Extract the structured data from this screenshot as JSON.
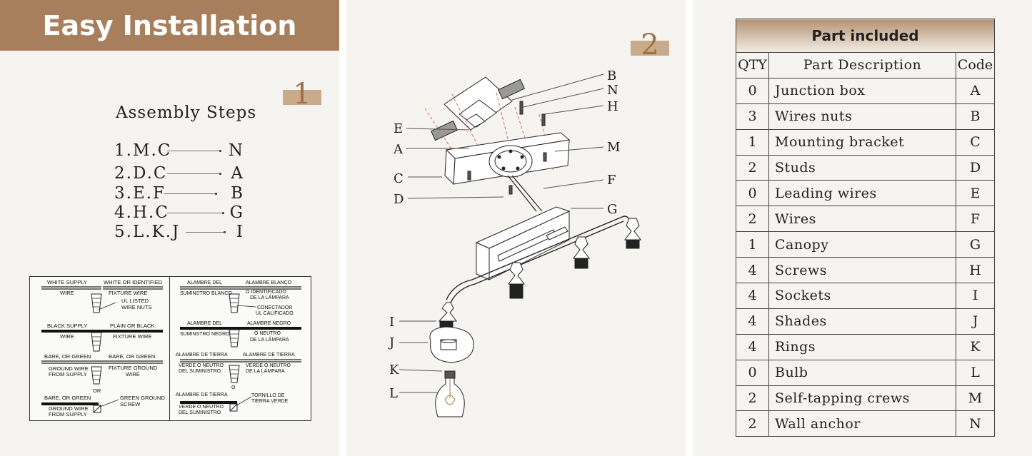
{
  "banner_title": "Easy Installation",
  "step1_number": "1",
  "step2_number": "2",
  "assembly": {
    "title": "Assembly Steps",
    "steps": [
      {
        "left": "1.M.C",
        "right": "N"
      },
      {
        "left": "2.D.C",
        "right": "A"
      },
      {
        "left": "3.E.F",
        "right": "B"
      },
      {
        "left": "4.H.C",
        "right": "G"
      },
      {
        "left": "5.L.K.J",
        "right": "I"
      }
    ]
  },
  "wiring_en": {
    "white_supply": "WHITE SUPPLY",
    "white_or_identified": "WHITE OR IDENTIFIED",
    "wire_1": "WIRE",
    "fixture_wire_1": "FIXTURE WIRE",
    "ul_listed": "UL LISTED",
    "wire_nuts": "WIRE NUTS",
    "black_supply": "BLACK SUPPLY",
    "plain_or_black": "PLAIN OR BLACK",
    "wire_2": "WIRE",
    "fixture_wire_2": "FIXTURE WIRE",
    "bare_or_green_1": "BARE, OR GREEN",
    "bare_or_green_2": "BARE, OR GREEN",
    "ground_wire": "GROUND WIRE",
    "from_supply_1": "FROM SUPPLY",
    "fixture_ground": "FIXTURE GROUND",
    "wire_3": "WIRE",
    "or": "OR",
    "bare_or_green_3": "BARE, OR GREEN",
    "green_ground": "GREEN GROUND",
    "screw": "SCREW",
    "ground_wire_2": "GROUND WIRE",
    "from_supply_2": "FROM SUPPLY"
  },
  "wiring_es": {
    "alambre_del_1": "ALAMBRE DEL",
    "alambre_blanco": "ALAMBRE BLANCO",
    "suministro_blanco": "SUMINSTRO BLANCO",
    "o_identificado": "O IDENTIFICADO",
    "de_la_lampara_1": "DE LA LÁMPARA",
    "conectador": "CONECTADOR",
    "ul_calificado": "UL CALIFICADO",
    "alambre_del_2": "ALAMBRE DEL",
    "alambre_negro": "ALAMBRE NEGRO",
    "suministro_negro": "SUMINSTRO NEGRO",
    "o_neutro_1": "O NEUTRO",
    "de_la_lampara_2": "DE LA LÁMPARA",
    "alambre_tierra_1": "ALAMBRE DE TIERRA",
    "alambre_tierra_2": "ALAMBRE DE TIERRA",
    "verde_neutro_1": "VERDE O NEUTRO",
    "del_suministro_1": "DEL SUMINISTRO",
    "verde_neutro_2": "VERDE O NEUTRO",
    "de_la_lampara_3": "DE LA LÁMPARA",
    "o": "O",
    "alambre_tierra_3": "ALAMBRE DE TIERRA",
    "tornillo": "TORNILLO DE",
    "tierra_verde": "TIERRA VERDE",
    "verde_neutro_3": "VERDE O NEUTRO",
    "del_suministro_2": "DEL SUMINISTRO"
  },
  "diagram_labels": {
    "B": "B",
    "N": "N",
    "H": "H",
    "E": "E",
    "A": "A",
    "M": "M",
    "C": "C",
    "F": "F",
    "D": "D",
    "G": "G",
    "I": "I",
    "J": "J",
    "K": "K",
    "L": "L"
  },
  "parts_table": {
    "caption": "Part included",
    "headers": {
      "qty": "QTY",
      "desc": "Part Description",
      "code": "Code"
    },
    "rows": [
      {
        "qty": "0",
        "desc": "Junction box",
        "code": "A"
      },
      {
        "qty": "3",
        "desc": "Wires nuts",
        "code": "B"
      },
      {
        "qty": "1",
        "desc": "Mounting bracket",
        "code": "C"
      },
      {
        "qty": "2",
        "desc": "Studs",
        "code": "D"
      },
      {
        "qty": "0",
        "desc": "Leading wires",
        "code": "E"
      },
      {
        "qty": "2",
        "desc": "Wires",
        "code": "F"
      },
      {
        "qty": "1",
        "desc": "Canopy",
        "code": "G"
      },
      {
        "qty": "4",
        "desc": "Screws",
        "code": "H"
      },
      {
        "qty": "4",
        "desc": "Sockets",
        "code": "I"
      },
      {
        "qty": "4",
        "desc": "Shades",
        "code": "J"
      },
      {
        "qty": "4",
        "desc": "Rings",
        "code": "K"
      },
      {
        "qty": "0",
        "desc": "Bulb",
        "code": "L"
      },
      {
        "qty": "2",
        "desc": "Self-tapping crews",
        "code": "M"
      },
      {
        "qty": "2",
        "desc": "Wall anchor",
        "code": "N"
      }
    ]
  },
  "colors": {
    "banner": "#a77f5c",
    "step_badge": "#c9ab8c",
    "step_digit": "#a16f46",
    "panel": "#f5f4f0"
  }
}
